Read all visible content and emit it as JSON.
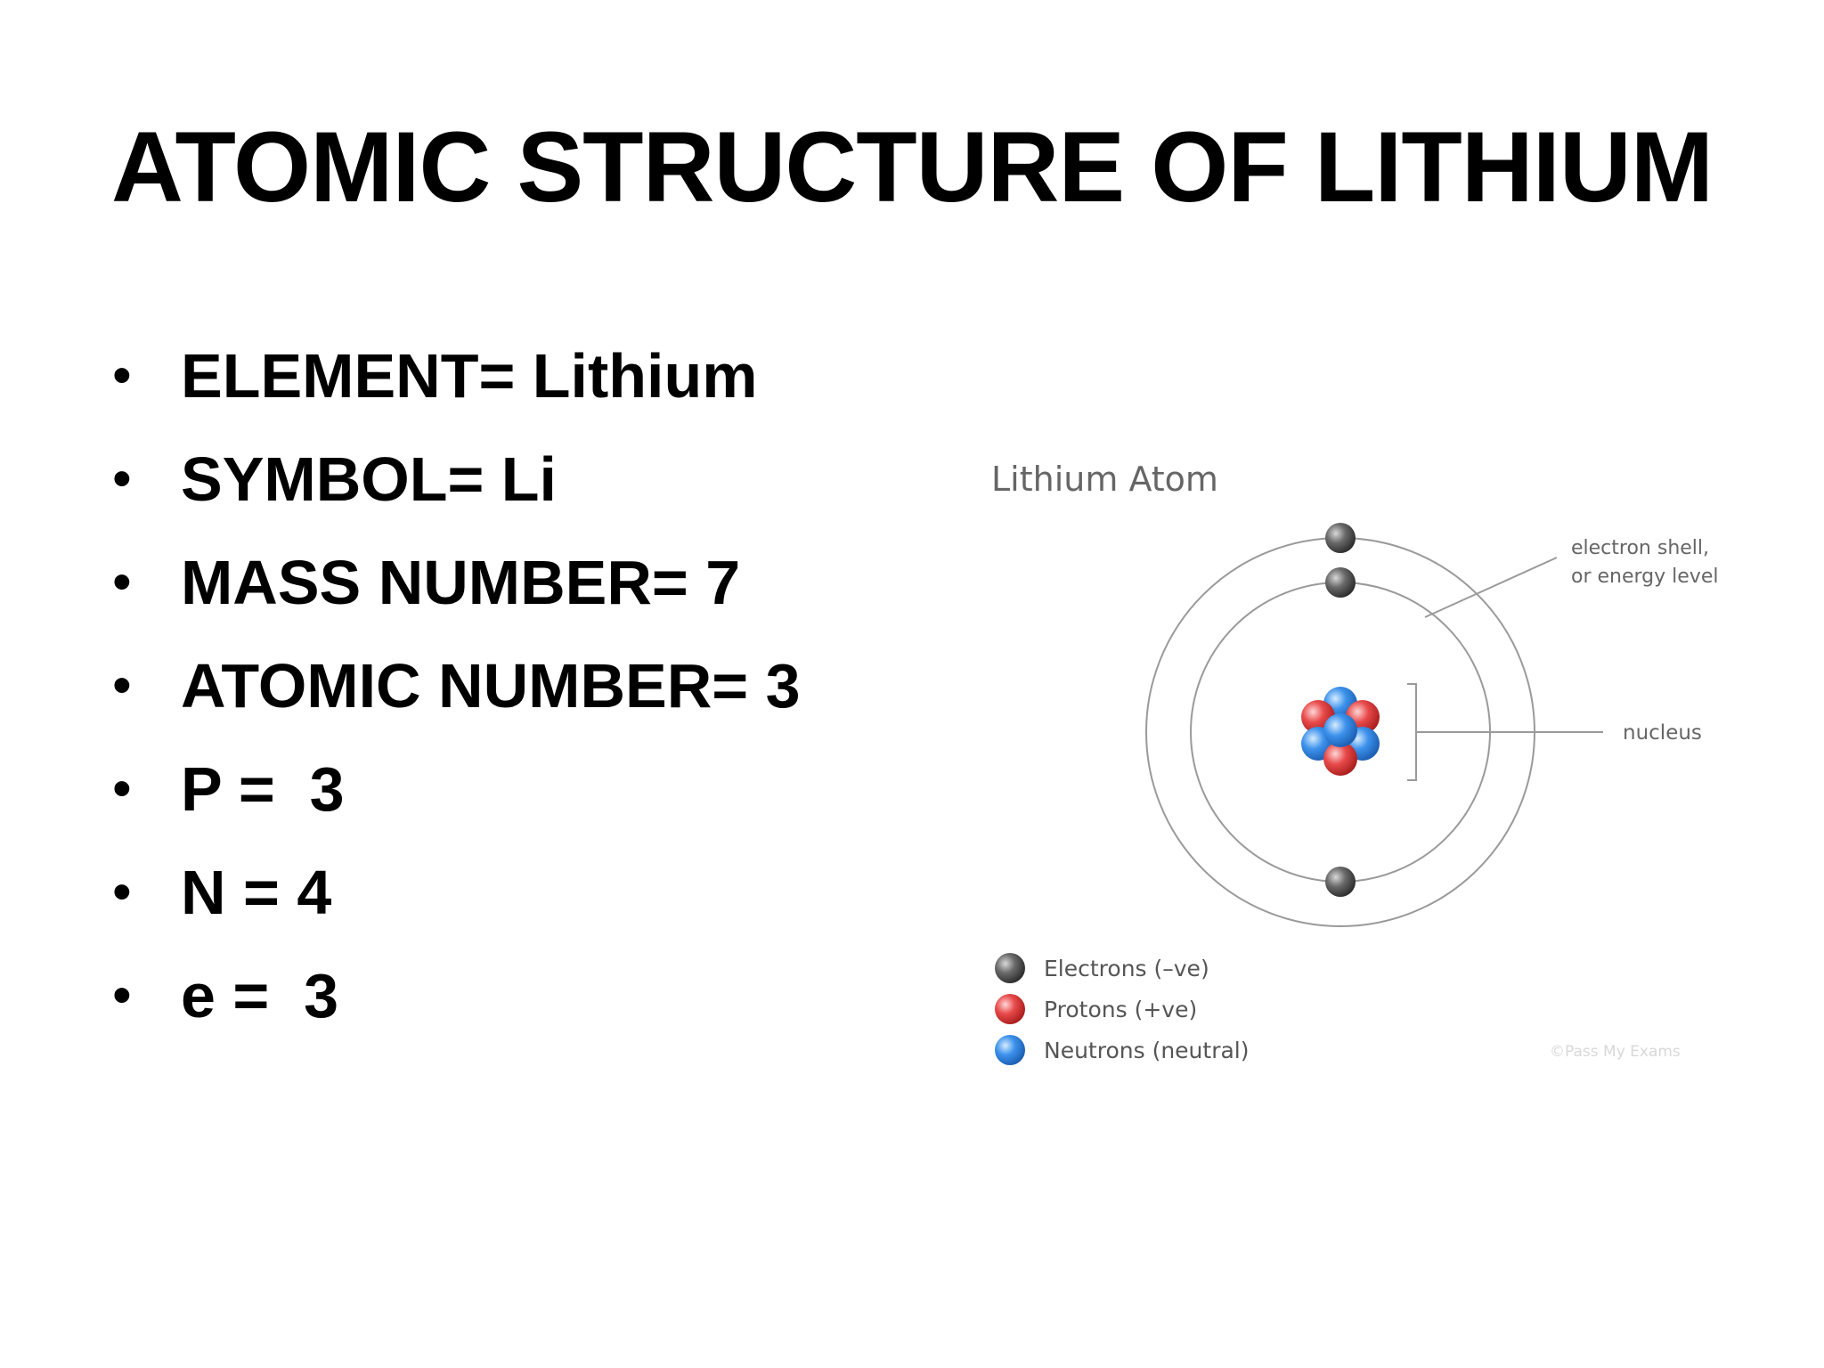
{
  "slide": {
    "title": "ATOMIC STRUCTURE OF LITHIUM",
    "facts": [
      "ELEMENT= Lithium",
      "SYMBOL= Li",
      "MASS NUMBER= 7",
      "ATOMIC NUMBER= 3",
      "P =  3",
      "N = 4",
      "e =  3"
    ]
  },
  "diagram": {
    "title": "Lithium Atom",
    "shell_label_line1": "electron shell,",
    "shell_label_line2": "or energy level",
    "nucleus_label": "nucleus",
    "legend": {
      "electrons": "Electrons (–ve)",
      "protons": "Protons (+ve)",
      "neutrons": "Neutrons (neutral)"
    },
    "credit": "©Pass My Exams",
    "colors": {
      "electron": "#555555",
      "proton": "#e03a3a",
      "neutron": "#3a8fe8",
      "orbit": "#999999",
      "label": "#666666"
    }
  }
}
